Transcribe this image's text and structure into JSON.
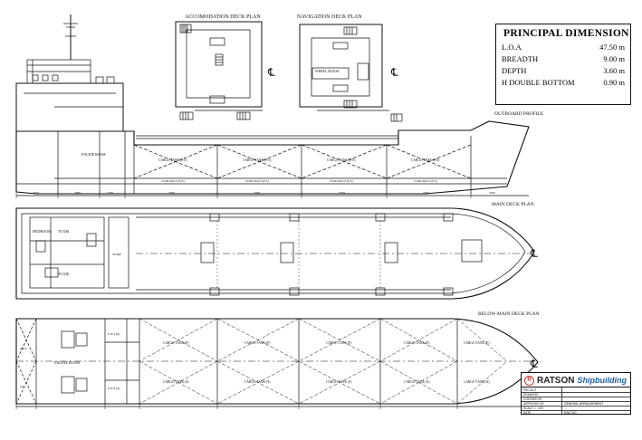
{
  "plans": {
    "accommodation": "ACCOMODATION DECK PLAN",
    "navigation": "NAVIGATION DECK PLAN",
    "outboard": "OUTBOARD PROFILE",
    "main_deck": "MAIN DECK PLAN",
    "below_main": "BELOW MAIN DECK PLAN"
  },
  "centerline": "℄",
  "principal": {
    "title": "PRINCIPAL DIMENSION",
    "rows": [
      {
        "label": "L.O.A",
        "value": "47.50 m"
      },
      {
        "label": "BREADTH",
        "value": "9.00 m"
      },
      {
        "label": "DEPTH",
        "value": "3.60 m"
      },
      {
        "label": "H DOUBLE BOTTOM",
        "value": "0.90 m"
      }
    ]
  },
  "profile": {
    "tanks": [
      "CARGO TANK (P/S)",
      "CARGO TANK (P/S)",
      "CARGO TANK (P/S)",
      "CARGO TANK (P/S)"
    ],
    "voids": [
      "VOID SPACE (P/S)",
      "VOID SPACE (P/S)",
      "VOID SPACE (P/S)",
      "VOID SPACE (P/S)"
    ],
    "engine_room": "ENGINE ROOM",
    "dims": [
      "2550",
      "3300",
      "1700",
      "7200",
      "7200",
      "7200",
      "7200",
      "4350"
    ]
  },
  "main_deck": {
    "bedroom": "BEDROOM",
    "wc": [
      "TO I(B)",
      "TO I(B)"
    ],
    "store": "STORE"
  },
  "below": {
    "engine_room": "ENGINE ROOM",
    "upper_tanks": [
      "CARGO TANK (P)",
      "CARGO TANK (P)",
      "CARGO TANK (P)",
      "CARGO TANK (P)",
      "CARGO TANK (P)"
    ],
    "lower_tanks": [
      "CARGO TANK (S)",
      "CARGO TANK (S)",
      "CARGO TANK (S)",
      "CARGO TANK (S)",
      "CARGO TANK (S)"
    ],
    "fwt": [
      "F.W.T (P)",
      "F.W.T (S)"
    ],
    "aft": [
      "A.P.T",
      "(S)"
    ]
  },
  "navigation": {
    "wheel_house": "WHEEL HOUSE"
  },
  "title_block": {
    "brand": "RATSON",
    "brand_sub": "Shipbuilding",
    "logo_letter": "R",
    "drawing_title": "GENERAL ARRANGEMENT",
    "fields": [
      "PROJECT",
      "DRAWN BY",
      "CHECKED BY",
      "APPROVED BY",
      "SCALE",
      "DATE",
      "DWG NO"
    ],
    "scale": "1 : 100"
  }
}
